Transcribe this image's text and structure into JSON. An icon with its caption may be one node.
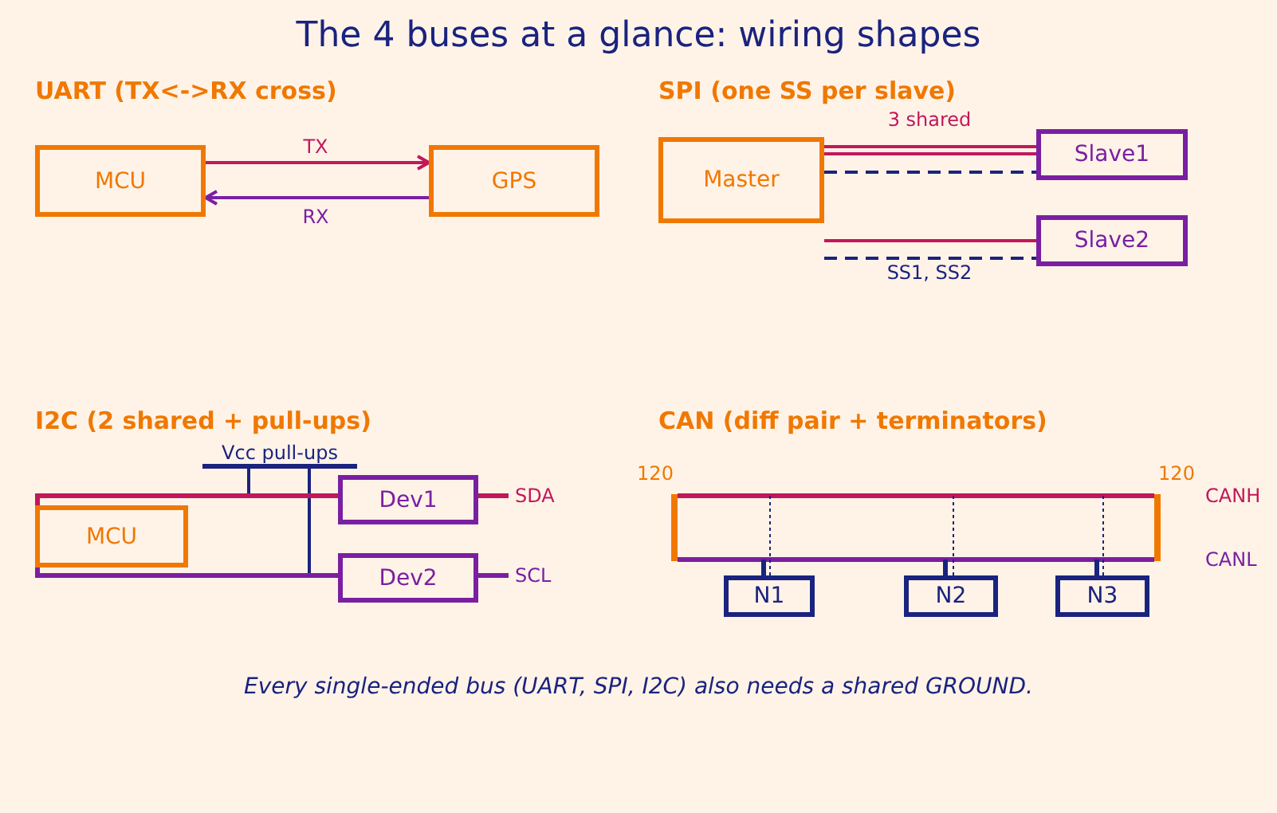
{
  "diagram": {
    "title": "The 4 buses at a glance: wiring shapes",
    "caption": "Every single-ended bus (UART, SPI, I2C) also needs a shared GROUND.",
    "nodes": [
      {
        "text": [
          "MCU"
        ]
      },
      {
        "text": [
          "GPS"
        ]
      },
      {
        "text": [
          "Master"
        ]
      },
      {
        "text": [
          "Slave1"
        ]
      },
      {
        "text": [
          "Slave2"
        ]
      },
      {
        "text": [
          "Vcc pull-ups"
        ]
      },
      {
        "text": [
          "Dev1"
        ]
      },
      {
        "text": [
          "SDA"
        ]
      },
      {
        "text": [
          "MCU"
        ]
      },
      {
        "text": [
          "Dev2"
        ]
      },
      {
        "text": [
          "SCL"
        ]
      },
      {
        "text": [
          "120"
        ]
      },
      {
        "text": [
          "120"
        ]
      },
      {
        "text": [
          "N1"
        ]
      },
      {
        "text": [
          "N2"
        ]
      },
      {
        "text": [
          "N3"
        ]
      }
    ],
    "edges": [
      {
        "from": 0,
        "to": 1,
        "arrow": "to",
        "label": "TX",
        "color": "#c2185b"
      },
      {
        "from": 1,
        "to": 0,
        "arrow": "to",
        "label": "RX",
        "color": "#7b1fa2"
      },
      {
        "from": 2,
        "to": 3,
        "arrow": "none",
        "label": "3 shared",
        "color": "#c2185b"
      },
      {
        "from": 2,
        "to": 3,
        "arrow": "none",
        "color": "#c2185b"
      },
      {
        "from": 2,
        "to": 3,
        "arrow": "none",
        "style": "dashed"
      },
      {
        "from": 2,
        "to": 4,
        "arrow": "none",
        "color": "#c2185b"
      },
      {
        "from": 2,
        "to": 4,
        "arrow": "none",
        "style": "dashed",
        "label": "SS1, SS2"
      },
      {
        "from": 5,
        "to": null,
        "arrow": "none"
      },
      {
        "from": 5,
        "to": null,
        "arrow": "none"
      },
      {
        "from": 8,
        "to": 6,
        "arrow": "none",
        "color": "#c2185b"
      },
      {
        "from": 6,
        "to": 7,
        "arrow": "none",
        "color": "#c2185b"
      },
      {
        "from": 8,
        "to": 9,
        "arrow": "none",
        "color": "#7b1fa2"
      },
      {
        "from": 9,
        "to": 10,
        "arrow": "none",
        "color": "#7b1fa2"
      },
      {
        "from": 11,
        "to": 12,
        "arrow": "none",
        "color": "#c2185b"
      },
      {
        "from": 11,
        "to": 12,
        "arrow": "none",
        "color": "#7b1fa2"
      },
      {
        "from": 13,
        "to": null,
        "arrow": "none"
      },
      {
        "from": 13,
        "to": null,
        "arrow": "none",
        "style": "dashed"
      },
      {
        "from": 14,
        "to": null,
        "arrow": "none"
      },
      {
        "from": 14,
        "to": null,
        "arrow": "none",
        "style": "dashed"
      },
      {
        "from": 15,
        "to": null,
        "arrow": "none"
      },
      {
        "from": 15,
        "to": null,
        "arrow": "none",
        "style": "dashed"
      }
    ],
    "labels": [
      "UART (TX<->RX cross)",
      "SPI (one SS per slave)",
      "I2C (2 shared + pull-ups)",
      "CAN (diff pair + terminators)",
      "CANH",
      "CANL"
    ]
  }
}
